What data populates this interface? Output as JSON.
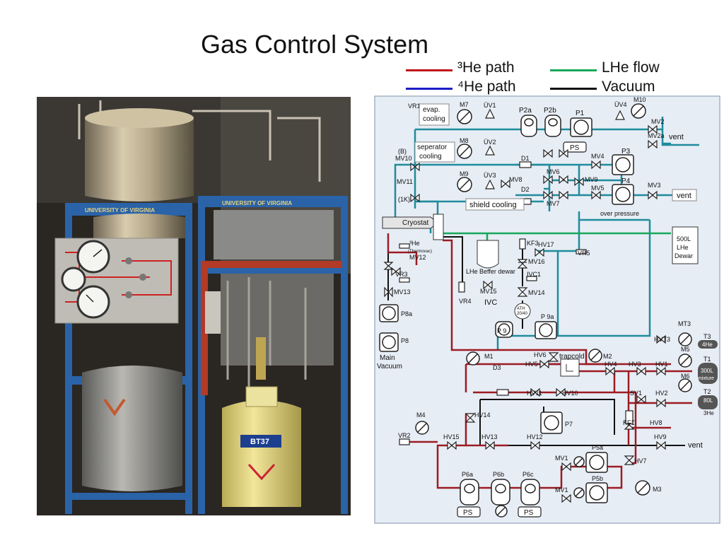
{
  "slide": {
    "title": "Gas Control System"
  },
  "legend": {
    "he3": {
      "label": "³He path",
      "color": "#c0161c"
    },
    "he4": {
      "label": "⁴He path",
      "color": "#1c1cc8"
    },
    "lhe": {
      "label": "LHe flow",
      "color": "#17a85a"
    },
    "vac": {
      "label": "Vacuum",
      "color": "#111111"
    }
  },
  "photo": {
    "banner_left": "UNIVERSITY OF VIRGINIA",
    "banner_right": "UNIVERSITY OF VIRGINIA",
    "dewar_label": "BT37"
  },
  "diagram": {
    "labels": {
      "vr1": "VR1",
      "evap": "evap.",
      "evap2": "cooling",
      "m7": "M7",
      "uv1": "ÜV1",
      "p2a": "P2a",
      "p2b": "P2b",
      "p1": "P1",
      "uv4": "ÜV4",
      "m10": "M10",
      "mv2": "MV2",
      "mv2a": "MV2a",
      "vent1": "vent",
      "sep": "seperator",
      "sep2": "cooling",
      "b": "(B)",
      "mv10": "MV10",
      "m8": "M8",
      "uv2": "ÜV2",
      "ps1": "PS",
      "p3": "P3",
      "mv4": "MV4",
      "d1": "D1",
      "mv6": "MV6",
      "m9": "M9",
      "uv3": "ÜV3",
      "mv8": "MV8",
      "mv9": "MV9",
      "p4": "P4",
      "mv3": "MV3",
      "vent2": "vent",
      "mv11": "MV11",
      "k1": "(1K)",
      "d2": "D2",
      "mv5": "MV5",
      "mv7": "MV7",
      "shield": "shield cooling",
      "over": "over pressure",
      "cryostat": "Cryostat",
      "he3t": "³He",
      "thermo": "(Thermovac)",
      "mv12": "MV12",
      "vr3": "VR3",
      "mv13": "MV13",
      "p8a": "P8a",
      "p8": "P8",
      "main": "Main",
      "main2": "Vacuum",
      "kf3": "KF3",
      "hv17": "HV17",
      "vr5": "VR5",
      "mv16": "MV16",
      "lhed": "LHe Beffer dewar",
      "ivc1": "IVC1",
      "mv15": "MV15",
      "vr4": "VR4",
      "mv14": "MV14",
      "ivc": "IVC",
      "ath": "ATH",
      "ath2": "20/40",
      "p9": "P 9",
      "p9a": "P 9a",
      "dew1": "500L",
      "dew2": "LHe",
      "dew3": "Dewar",
      "mt3": "MT3",
      "t3": "T3",
      "t3b": "4He",
      "hvt3": "HVT3",
      "m5": "M5",
      "t1": "T1",
      "t1b": "300L",
      "t1c": "mixture",
      "m6": "M6",
      "t2": "T2",
      "t2b": "80L",
      "t2c": "3He",
      "m1": "M1",
      "hv6": "HV6",
      "trap": "trapcold",
      "m2": "M2",
      "d3": "D3",
      "hv5": "HV5",
      "hv4": "HV4",
      "hv3": "HV3",
      "hv1": "HV1",
      "hv11": "HV11",
      "hv10": "HV10",
      "sv1": "SV1",
      "hv2": "HV2",
      "hv14": "HV14",
      "p7": "P7",
      "kf1": "KF1",
      "hv8": "HV8",
      "m4": "M4",
      "vr2": "VR2",
      "hv15": "HV15",
      "hv13": "HV13",
      "hv12": "HV12",
      "hv9": "HV9",
      "vent3": "vent",
      "hv7": "HV7",
      "p5a": "P5a",
      "mv1a": "MV1",
      "p5b": "P5b",
      "mv1b": "MV1",
      "m3": "M3",
      "p6a": "P6a",
      "p6b": "P6b",
      "p6c": "P6c",
      "ps2": "PS",
      "ps3": "PS"
    }
  }
}
